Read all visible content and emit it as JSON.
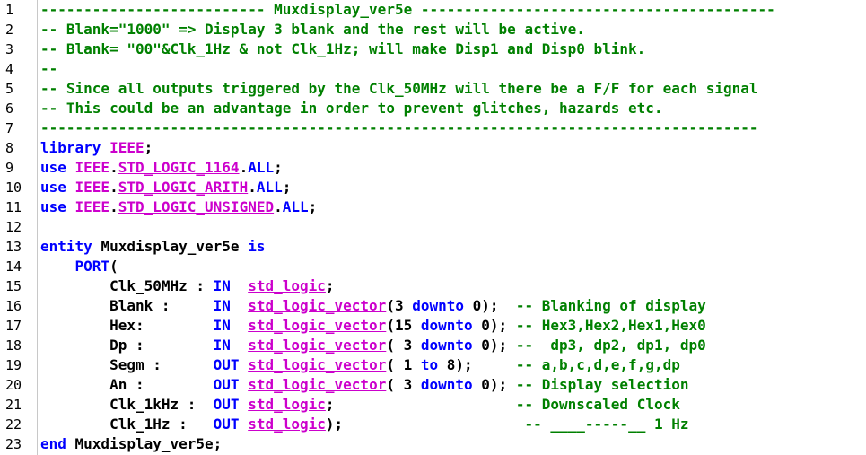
{
  "editor": {
    "colors": {
      "comment": "#008000",
      "keyword": "#0000ff",
      "type": "#cc00cc",
      "plain": "#000000",
      "gutter_border": "#c8c8c8"
    },
    "line_numbers": [
      "1",
      "2",
      "3",
      "4",
      "5",
      "6",
      "7",
      "8",
      "9",
      "10",
      "11",
      "12",
      "13",
      "14",
      "15",
      "16",
      "17",
      "18",
      "19",
      "20",
      "21",
      "22",
      "23"
    ],
    "lines": [
      [
        {
          "t": "comment",
          "v": "-------------------------- Muxdisplay_ver5e -----------------------------------------"
        }
      ],
      [
        {
          "t": "comment",
          "v": "-- Blank=\"1000\" => Display 3 blank and the rest will be active."
        }
      ],
      [
        {
          "t": "comment",
          "v": "-- Blank= \"00\"&Clk_1Hz & not Clk_1Hz; will make Disp1 and Disp0 blink."
        }
      ],
      [
        {
          "t": "comment",
          "v": "--"
        }
      ],
      [
        {
          "t": "comment",
          "v": "-- Since all outputs triggered by the Clk_50MHz will there be a F/F for each signal"
        }
      ],
      [
        {
          "t": "comment",
          "v": "-- This could be an advantage in order to prevent glitches, hazards etc."
        }
      ],
      [
        {
          "t": "comment",
          "v": "-----------------------------------------------------------------------------------"
        }
      ],
      [
        {
          "t": "keyword",
          "v": "library "
        },
        {
          "t": "lib",
          "v": "IEEE"
        },
        {
          "t": "plain",
          "v": ";"
        }
      ],
      [
        {
          "t": "keyword",
          "v": "use "
        },
        {
          "t": "lib",
          "v": "IEEE"
        },
        {
          "t": "plain",
          "v": "."
        },
        {
          "t": "type",
          "v": "STD_LOGIC_1164"
        },
        {
          "t": "plain",
          "v": "."
        },
        {
          "t": "keyword",
          "v": "ALL"
        },
        {
          "t": "plain",
          "v": ";"
        }
      ],
      [
        {
          "t": "keyword",
          "v": "use "
        },
        {
          "t": "lib",
          "v": "IEEE"
        },
        {
          "t": "plain",
          "v": "."
        },
        {
          "t": "type",
          "v": "STD_LOGIC_ARITH"
        },
        {
          "t": "plain",
          "v": "."
        },
        {
          "t": "keyword",
          "v": "ALL"
        },
        {
          "t": "plain",
          "v": ";"
        }
      ],
      [
        {
          "t": "keyword",
          "v": "use "
        },
        {
          "t": "lib",
          "v": "IEEE"
        },
        {
          "t": "plain",
          "v": "."
        },
        {
          "t": "type",
          "v": "STD_LOGIC_UNSIGNED"
        },
        {
          "t": "plain",
          "v": "."
        },
        {
          "t": "keyword",
          "v": "ALL"
        },
        {
          "t": "plain",
          "v": ";"
        }
      ],
      [],
      [
        {
          "t": "keyword",
          "v": "entity "
        },
        {
          "t": "plain",
          "v": "Muxdisplay_ver5e "
        },
        {
          "t": "keyword",
          "v": "is"
        }
      ],
      [
        {
          "t": "plain",
          "v": "    "
        },
        {
          "t": "keyword",
          "v": "PORT"
        },
        {
          "t": "plain",
          "v": "("
        }
      ],
      [
        {
          "t": "plain",
          "v": "        Clk_50MHz : "
        },
        {
          "t": "keyword",
          "v": "IN"
        },
        {
          "t": "plain",
          "v": "  "
        },
        {
          "t": "type",
          "v": "std_logic"
        },
        {
          "t": "plain",
          "v": ";"
        }
      ],
      [
        {
          "t": "plain",
          "v": "        Blank :     "
        },
        {
          "t": "keyword",
          "v": "IN"
        },
        {
          "t": "plain",
          "v": "  "
        },
        {
          "t": "type",
          "v": "std_logic_vector"
        },
        {
          "t": "plain",
          "v": "(3 "
        },
        {
          "t": "keyword",
          "v": "downto"
        },
        {
          "t": "plain",
          "v": " 0);  "
        },
        {
          "t": "comment",
          "v": "-- Blanking of display"
        }
      ],
      [
        {
          "t": "plain",
          "v": "        Hex:        "
        },
        {
          "t": "keyword",
          "v": "IN"
        },
        {
          "t": "plain",
          "v": "  "
        },
        {
          "t": "type",
          "v": "std_logic_vector"
        },
        {
          "t": "plain",
          "v": "(15 "
        },
        {
          "t": "keyword",
          "v": "downto"
        },
        {
          "t": "plain",
          "v": " 0); "
        },
        {
          "t": "comment",
          "v": "-- Hex3,Hex2,Hex1,Hex0"
        }
      ],
      [
        {
          "t": "plain",
          "v": "        Dp :        "
        },
        {
          "t": "keyword",
          "v": "IN"
        },
        {
          "t": "plain",
          "v": "  "
        },
        {
          "t": "type",
          "v": "std_logic_vector"
        },
        {
          "t": "plain",
          "v": "( 3 "
        },
        {
          "t": "keyword",
          "v": "downto"
        },
        {
          "t": "plain",
          "v": " 0); "
        },
        {
          "t": "comment",
          "v": "--  dp3, dp2, dp1, dp0"
        }
      ],
      [
        {
          "t": "plain",
          "v": "        Segm :      "
        },
        {
          "t": "keyword",
          "v": "OUT"
        },
        {
          "t": "plain",
          "v": " "
        },
        {
          "t": "type",
          "v": "std_logic_vector"
        },
        {
          "t": "plain",
          "v": "( 1 "
        },
        {
          "t": "keyword",
          "v": "to"
        },
        {
          "t": "plain",
          "v": " 8);     "
        },
        {
          "t": "comment",
          "v": "-- a,b,c,d,e,f,g,dp"
        }
      ],
      [
        {
          "t": "plain",
          "v": "        An :        "
        },
        {
          "t": "keyword",
          "v": "OUT"
        },
        {
          "t": "plain",
          "v": " "
        },
        {
          "t": "type",
          "v": "std_logic_vector"
        },
        {
          "t": "plain",
          "v": "( 3 "
        },
        {
          "t": "keyword",
          "v": "downto"
        },
        {
          "t": "plain",
          "v": " 0); "
        },
        {
          "t": "comment",
          "v": "-- Display selection"
        }
      ],
      [
        {
          "t": "plain",
          "v": "        Clk_1kHz :  "
        },
        {
          "t": "keyword",
          "v": "OUT"
        },
        {
          "t": "plain",
          "v": " "
        },
        {
          "t": "type",
          "v": "std_logic"
        },
        {
          "t": "plain",
          "v": ";                     "
        },
        {
          "t": "comment",
          "v": "-- Downscaled Clock"
        }
      ],
      [
        {
          "t": "plain",
          "v": "        Clk_1Hz :   "
        },
        {
          "t": "keyword",
          "v": "OUT"
        },
        {
          "t": "plain",
          "v": " "
        },
        {
          "t": "type",
          "v": "std_logic"
        },
        {
          "t": "plain",
          "v": ");                     "
        },
        {
          "t": "comment",
          "v": "-- ____-----__ 1 Hz"
        }
      ],
      [
        {
          "t": "keyword",
          "v": "end "
        },
        {
          "t": "plain",
          "v": "Muxdisplay_ver5e;"
        }
      ]
    ]
  }
}
